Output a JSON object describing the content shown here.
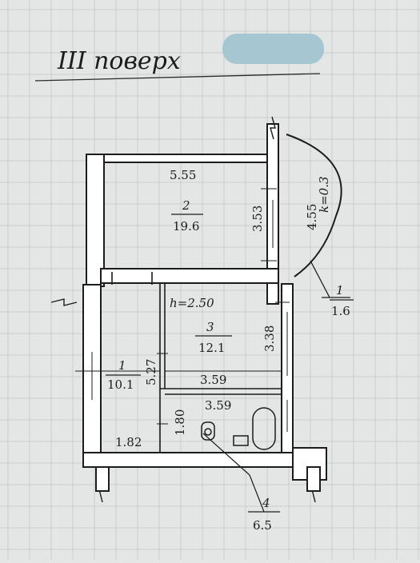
{
  "header": {
    "title": "III поверх"
  },
  "rooms": [
    {
      "number": "2",
      "area": "19.6"
    },
    {
      "number": "3",
      "area": "12.1"
    },
    {
      "number": "1",
      "area": "10.1"
    },
    {
      "number": "4",
      "area": "6.5"
    }
  ],
  "balcony": {
    "number": "1",
    "area": "1.6",
    "coef": "k=0.3"
  },
  "ceiling_height": "h=2.50",
  "dimensions": {
    "room2_width": "5.55",
    "room2_depth": "3.53",
    "balcony_length": "4.55",
    "room3_depth": "3.38",
    "room3_width": "3.59",
    "corridor_length": "5.27",
    "bath_width": "3.59",
    "bath_depth": "1.80",
    "corridor_width": "1.82"
  },
  "colors": {
    "paper": "#e4e6e6",
    "grid": "#c9cdd0",
    "ink": "#1c1c1c",
    "redaction": "#9fc3cf"
  }
}
